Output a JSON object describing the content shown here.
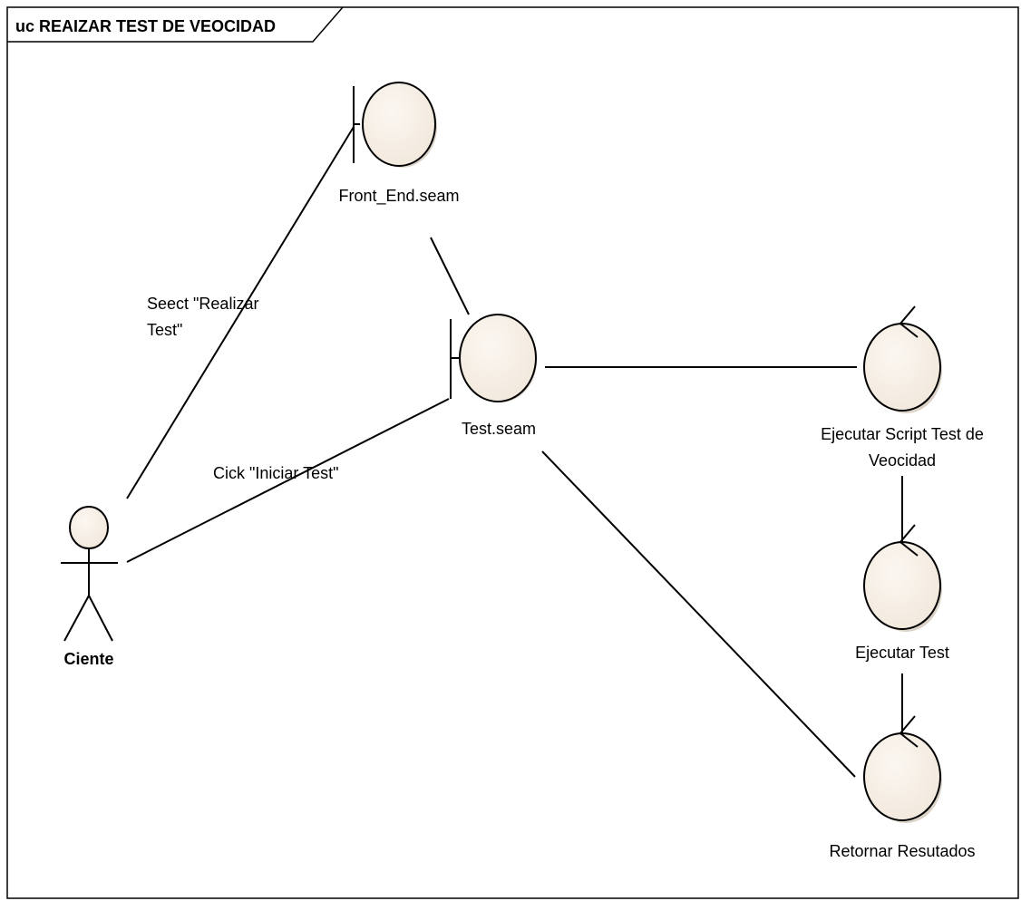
{
  "diagram": {
    "title": "uc REAIZAR TEST DE VEOCIDAD",
    "colors": {
      "element_fill": "#f2e8dc",
      "element_fill_light": "#fbf7f1",
      "element_shadow": "#dcd3c8",
      "stroke": "#000000",
      "background": "#ffffff"
    },
    "actor": {
      "name": "Ciente"
    },
    "boundaries": [
      {
        "name": "Front_End.seam"
      },
      {
        "name": "Test.seam"
      }
    ],
    "controls": [
      {
        "name_lines": [
          "Ejecutar Script Test de",
          "Veocidad"
        ]
      },
      {
        "name_lines": [
          "Ejecutar Test"
        ]
      },
      {
        "name_lines": [
          "Retornar Resutados"
        ]
      }
    ],
    "messages": [
      {
        "label_lines": [
          "Seect \"Realizar",
          "Test\""
        ]
      },
      {
        "label_lines": [
          "Cick \"Iniciar Test\""
        ]
      }
    ]
  }
}
